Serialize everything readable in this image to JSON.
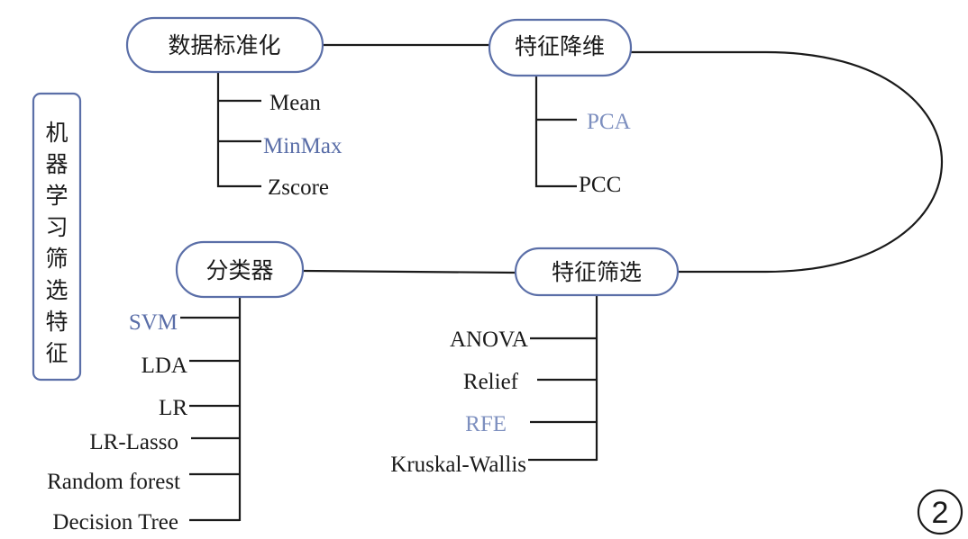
{
  "side_title": [
    "机",
    "器",
    "学",
    "习",
    "筛",
    "选",
    "特",
    "征"
  ],
  "nodes": {
    "standardization": {
      "label": "数据标准化",
      "items": [
        {
          "text": "Mean",
          "highlight": "none"
        },
        {
          "text": "MinMax",
          "highlight": "blue"
        },
        {
          "text": "Zscore",
          "highlight": "none"
        }
      ]
    },
    "dimension_reduction": {
      "label": "特征降维",
      "items": [
        {
          "text": "PCA",
          "highlight": "light"
        },
        {
          "text": "PCC",
          "highlight": "none"
        }
      ]
    },
    "feature_selection": {
      "label": "特征筛选",
      "items": [
        {
          "text": "ANOVA",
          "highlight": "none"
        },
        {
          "text": "Relief",
          "highlight": "none"
        },
        {
          "text": "RFE",
          "highlight": "light"
        },
        {
          "text": "Kruskal-Wallis",
          "highlight": "none"
        }
      ]
    },
    "classifier": {
      "label": "分类器",
      "items": [
        {
          "text": "SVM",
          "highlight": "blue"
        },
        {
          "text": "LDA",
          "highlight": "none"
        },
        {
          "text": "LR",
          "highlight": "none"
        },
        {
          "text": "LR-Lasso",
          "highlight": "none"
        },
        {
          "text": "Random forest",
          "highlight": "none"
        },
        {
          "text": "Decision Tree",
          "highlight": "none"
        }
      ]
    }
  },
  "badge": "2",
  "colors": {
    "box_border": "#5b6fa8",
    "highlight_blue": "#5a6ea8",
    "highlight_light": "#7d8fbf",
    "line": "#1a1a1a"
  }
}
